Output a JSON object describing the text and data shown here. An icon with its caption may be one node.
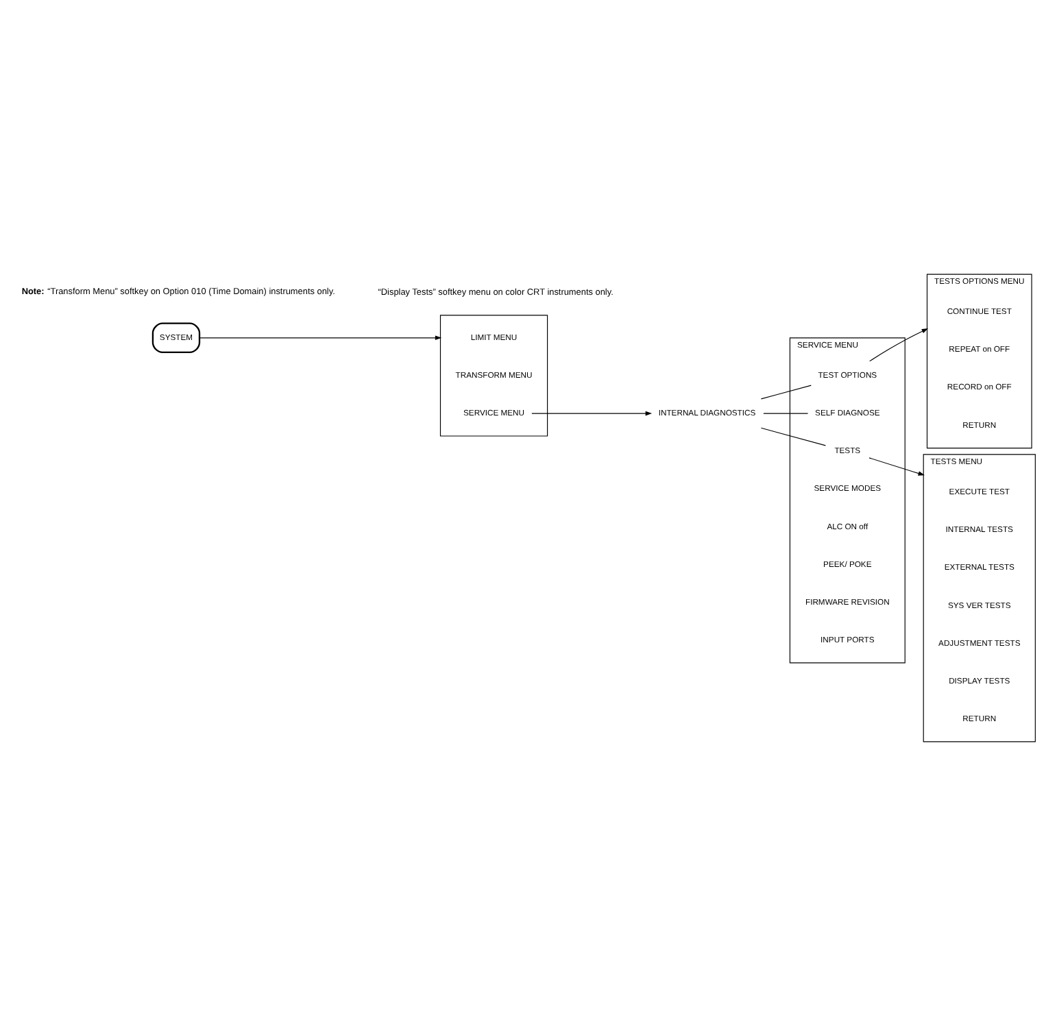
{
  "diagram": {
    "nodes": [
      {
        "text": [
          "SYSTEM"
        ]
      },
      {
        "text": [],
        "shape": "box"
      },
      {
        "text": [
          "LIMIT MENU"
        ],
        "in": 1
      },
      {
        "text": [
          "TRANSFORM MENU"
        ],
        "in": 1
      },
      {
        "text": [
          "SERVICE MENU"
        ],
        "in": 1
      },
      {
        "text": [
          "INTERNAL DIAGNOSTICS"
        ]
      },
      {
        "text": [
          "SERVICE MENU"
        ]
      },
      {
        "text": [
          "TESTS"
        ],
        "in": 6
      },
      {
        "text": [
          "TEST OPTIONS"
        ],
        "in": 6
      },
      {
        "text": [
          "SELF DIAGNOSE"
        ],
        "in": 6
      },
      {
        "text": [
          "SERVICE MODES"
        ],
        "in": 6
      },
      {
        "text": [
          "ALC ON off"
        ],
        "in": 6
      },
      {
        "text": [
          "PEEK/ POKE"
        ],
        "in": 6
      },
      {
        "text": [
          "FIRMWARE REVISION"
        ],
        "in": 6
      },
      {
        "text": [
          "INPUT PORTS"
        ],
        "in": 6
      },
      {
        "text": [
          "TESTS MENU"
        ]
      },
      {
        "text": [
          "EXECUTE TEST"
        ],
        "in": 15
      },
      {
        "text": [
          "INTERNAL TESTS"
        ],
        "in": 15
      },
      {
        "text": [
          "EXTERNAL TESTS"
        ],
        "in": 15
      },
      {
        "text": [
          "SYS VER TESTS"
        ],
        "in": 15
      },
      {
        "text": [
          "ADJUSTMENT TESTS"
        ],
        "in": 15
      },
      {
        "text": [
          "DISPLAY TESTS"
        ],
        "in": 15
      },
      {
        "text": [
          "RETURN"
        ],
        "in": 15
      },
      {
        "text": [
          "TESTS OPTIONS MENU"
        ]
      },
      {
        "text": [
          "CONTINUE TEST"
        ],
        "in": 23
      },
      {
        "text": [
          "REPEAT on OFF"
        ],
        "in": 23
      },
      {
        "text": [
          "RECORD on OFF"
        ],
        "in": 23
      },
      {
        "text": [
          "RETURN"
        ],
        "in": 23
      }
    ],
    "edges": [
      {
        "from": 0,
        "to": 1,
        "arrow": "to"
      },
      {
        "from": 4,
        "to": 5,
        "arrow": "to"
      },
      {
        "from": 5,
        "to": 7,
        "arrow": "none"
      },
      {
        "from": 5,
        "to": 8,
        "arrow": "none"
      },
      {
        "from": 5,
        "to": 9,
        "arrow": "none"
      },
      {
        "from": 7,
        "to": 15,
        "arrow": "to"
      },
      {
        "from": 8,
        "to": 23,
        "arrow": "to"
      }
    ],
    "labels": [
      "**Note:** “Transform Menu” softkey on Option 010 (Time Domain) instruments only.",
      "“Display Tests” softkey menu on color CRT instruments only."
    ]
  }
}
